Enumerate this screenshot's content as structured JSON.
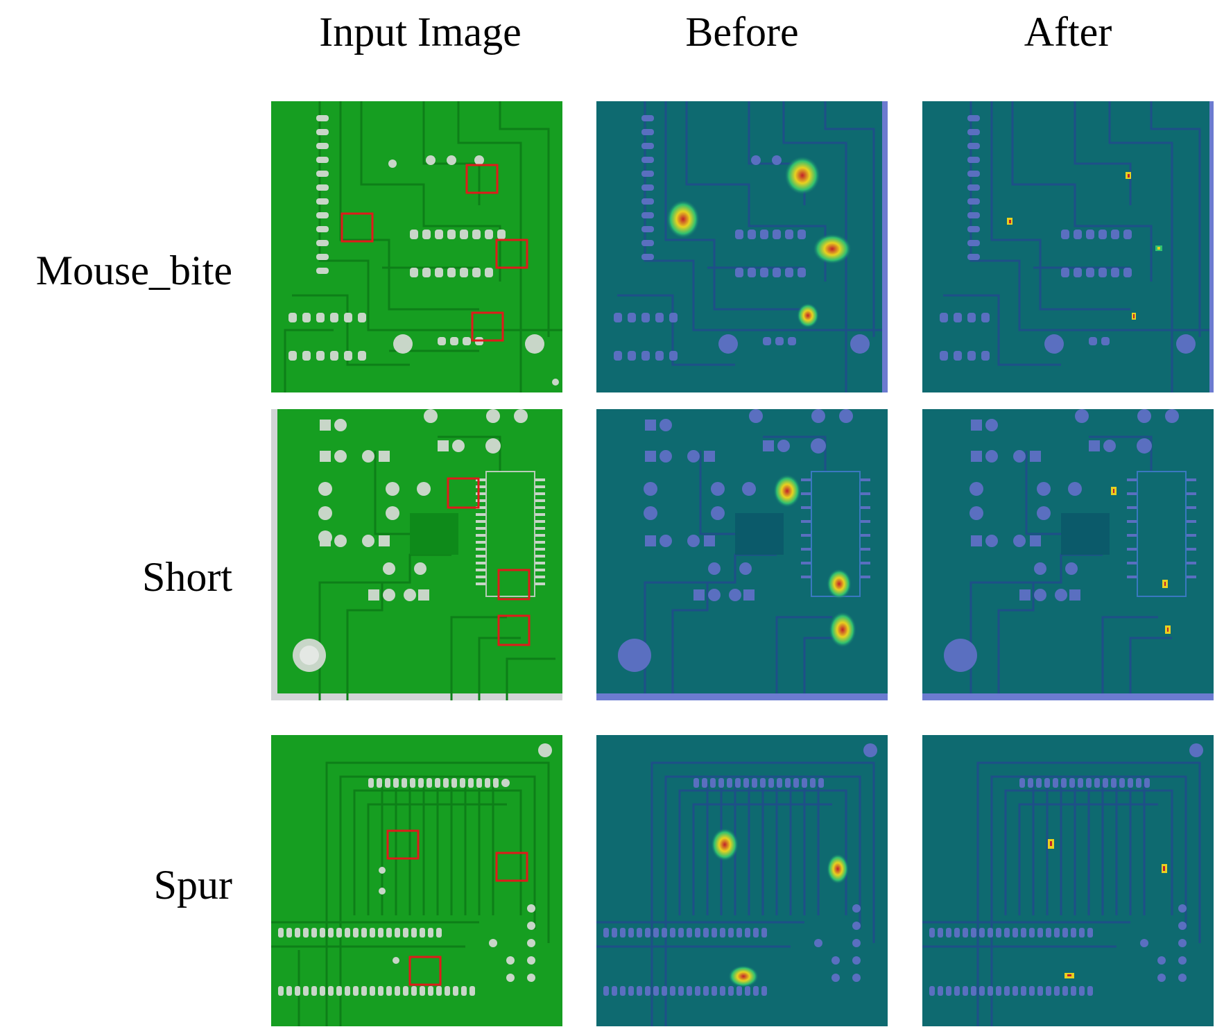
{
  "column_headers": [
    "Input Image",
    "Before",
    "After"
  ],
  "row_labels": [
    "Mouse_bite",
    "Short",
    "Spur"
  ],
  "colors": {
    "pcb_green": "#169e21",
    "pcb_trace": "#0f8a1a",
    "pcb_pad": "#c8d6c8",
    "heatmap_bg": "#0e6a70",
    "heatmap_trace": "#1a4f86",
    "heatmap_pad": "#5a6fc0",
    "defect_box": "#e01a1a"
  },
  "defect_counts": [
    4,
    3,
    3
  ]
}
